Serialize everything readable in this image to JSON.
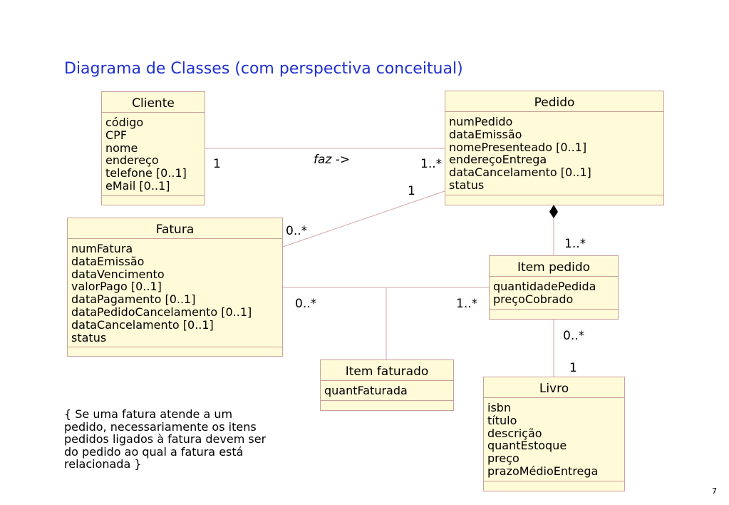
{
  "title": "Diagrama de Classes (com perspectiva conceitual)",
  "classes": {
    "cliente": {
      "name": "Cliente",
      "attributes": [
        "código",
        "CPF",
        "nome",
        "endereço",
        "telefone [0..1]",
        "eMail [0..1]"
      ]
    },
    "pedido": {
      "name": "Pedido",
      "attributes": [
        "numPedido",
        "dataEmissão",
        "nomePresenteado [0..1]",
        "endereçoEntrega",
        "dataCancelamento [0..1]",
        "status"
      ]
    },
    "fatura": {
      "name": "Fatura",
      "attributes": [
        "numFatura",
        "dataEmissão",
        "dataVencimento",
        "valorPago [0..1]",
        "dataPagamento [0..1]",
        "dataPedidoCancelamento [0..1]",
        "dataCancelamento [0..1]",
        "status"
      ]
    },
    "item_pedido": {
      "name": "Item pedido",
      "attributes": [
        "quantidadePedida",
        "preçoCobrado"
      ]
    },
    "item_faturado": {
      "name": "Item faturado",
      "attributes": [
        "quantFaturada"
      ]
    },
    "livro": {
      "name": "Livro",
      "attributes": [
        "isbn",
        "título",
        "descrição",
        "quantEstoque",
        "preço",
        "prazoMédioEntrega"
      ]
    }
  },
  "associations": {
    "cliente_pedido": {
      "label": "faz  ->",
      "cliente_end": "1",
      "pedido_end": "1..*"
    },
    "pedido_fatura": {
      "pedido_end": "1",
      "fatura_end": "0..*"
    },
    "pedido_item": {
      "item_end": "1..*"
    },
    "fatura_item": {
      "fatura_end": "0..*",
      "item_end": "1..*"
    },
    "item_livro": {
      "item_end": "0..*",
      "livro_end": "1"
    }
  },
  "note": [
    "{ Se uma fatura atende a um",
    "pedido, necessariamente os itens",
    "pedidos ligados à fatura  devem ser",
    "do pedido ao qual a fatura está",
    "relacionada }"
  ],
  "page_number": "7",
  "colors": {
    "title": "#1f2fd0",
    "box_fill": "#fffad8",
    "box_border": "#c9a09a",
    "line": "#d4a6a6"
  }
}
